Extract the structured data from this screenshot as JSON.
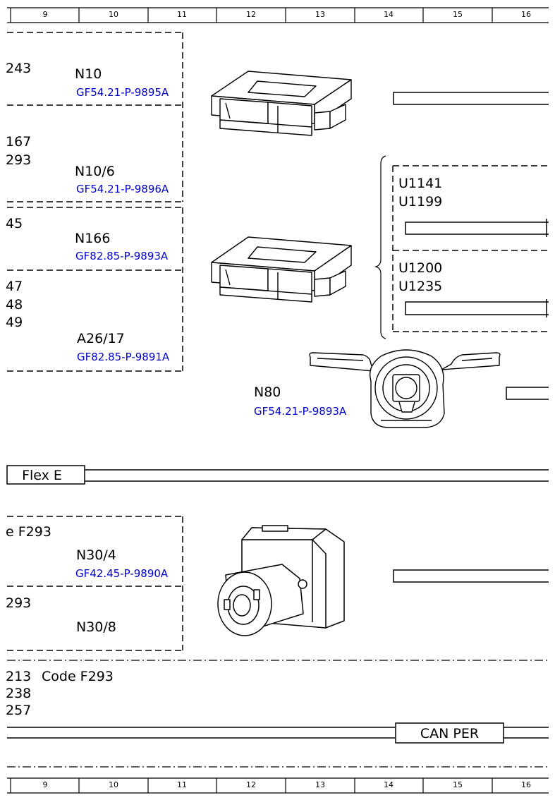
{
  "ruler": [
    "9",
    "10",
    "11",
    "12",
    "13",
    "14",
    "15",
    "16"
  ],
  "blocks": {
    "n10": {
      "cut_lines": [
        "243"
      ],
      "label": "N10",
      "ref": "GF54.21-P-9895A"
    },
    "n10_6": {
      "cut_lines": [
        "167",
        "293"
      ],
      "label": "N10/6",
      "ref": "GF54.21-P-9896A"
    },
    "n166": {
      "cut_lines": [
        "45"
      ],
      "label": "N166",
      "ref": "GF82.85-P-9893A"
    },
    "a26_17": {
      "cut_lines": [
        "47",
        "48",
        "49"
      ],
      "label": "A26/17",
      "ref": "GF82.85-P-9891A"
    },
    "n80": {
      "label": "N80",
      "ref": "GF54.21-P-9893A"
    },
    "n30_4": {
      "cut_lines": [
        "e F293"
      ],
      "label": "N30/4",
      "ref": "GF42.45-P-9890A"
    },
    "n30_8": {
      "cut_lines": [
        "293"
      ],
      "label": "N30/8"
    }
  },
  "variants": {
    "group_a": [
      "U1141",
      "U1199"
    ],
    "group_b": [
      "U1200",
      "U1235"
    ]
  },
  "buses": {
    "flex_e": "Flex E",
    "can_per": "CAN PER"
  },
  "bottom_codes": {
    "lines": [
      "213",
      "238",
      "257"
    ],
    "code_text": "Code F293"
  }
}
